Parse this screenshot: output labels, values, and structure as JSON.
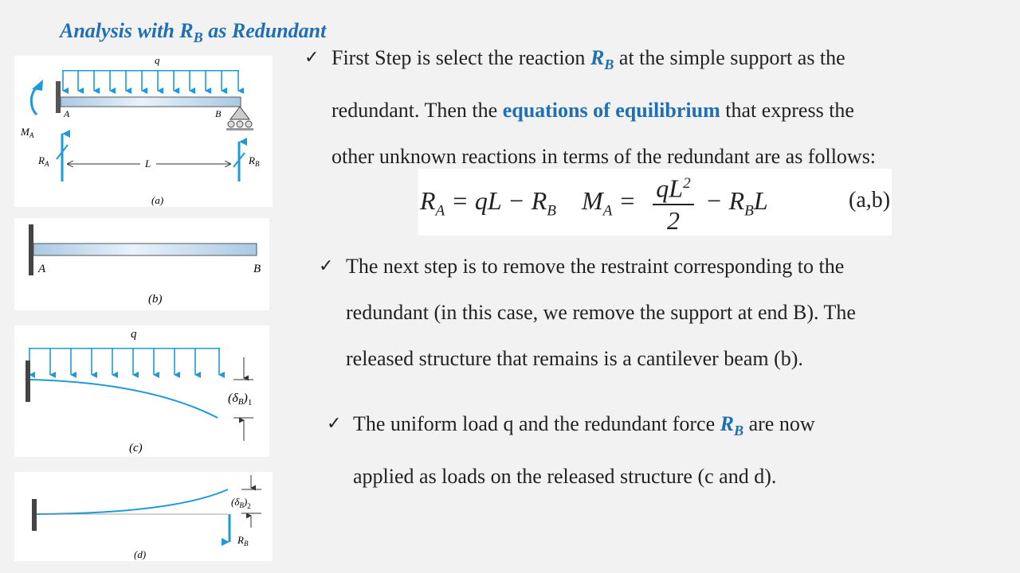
{
  "title": {
    "prefix": "Analysis with ",
    "var": "R",
    "sub": "B",
    "suffix": " as Redundant"
  },
  "bullets": [
    {
      "lines": [
        {
          "parts": [
            {
              "t": "First Step is select the reaction "
            },
            {
              "t": "R",
              "style": "blue-i",
              "sub": "B"
            },
            {
              "t": " at the simple support  as the"
            }
          ]
        },
        {
          "parts": [
            {
              "t": "redundant. Then the "
            },
            {
              "t": "equations of equilibrium",
              "style": "blue-b"
            },
            {
              "t": " that express the"
            }
          ]
        },
        {
          "parts": [
            {
              "t": "other unknown reactions in terms of the redundant are as follows:"
            }
          ]
        }
      ]
    },
    {
      "lines": [
        {
          "parts": [
            {
              "t": "The next step is to remove the restraint corresponding to the"
            }
          ]
        },
        {
          "parts": [
            {
              "t": "redundant (in this case, we remove the support at end B). The"
            }
          ]
        },
        {
          "parts": [
            {
              "t": "released structure that remains is a cantilever beam (b)."
            }
          ]
        }
      ]
    },
    {
      "lines": [
        {
          "parts": [
            {
              "t": "The uniform load q and the redundant force "
            },
            {
              "t": "R",
              "style": "blue-i",
              "sub": "B"
            },
            {
              "t": " are now"
            }
          ]
        },
        {
          "parts": [
            {
              "t": "applied as loads on the released structure (c and d)."
            }
          ]
        }
      ]
    }
  ],
  "equations": {
    "ra_lhs": "R",
    "ra_lhs_sub": "A",
    "ra_rhs": "= qL − R",
    "ra_rhs_sub": "B",
    "ma_lhs": "M",
    "ma_lhs_sub": "A",
    "ma_eq": "=",
    "ma_num": "qL",
    "ma_num_sup": "2",
    "ma_den": "2",
    "ma_rest": "− R",
    "ma_rest_sub": "B",
    "ma_rest_tail": "L",
    "tag": "(a,b)"
  },
  "figures": {
    "a": {
      "caption": "(a)",
      "q": "q",
      "A": "A",
      "B": "B",
      "MA": "M",
      "MA_sub": "A",
      "RA": "R",
      "RA_sub": "A",
      "L": "L",
      "RB": "R",
      "RB_sub": "B"
    },
    "b": {
      "caption": "(b)",
      "A": "A",
      "B": "B"
    },
    "c": {
      "caption": "(c)",
      "q": "q",
      "delta": "(δ",
      "delta_sub": "B",
      "delta_close": ")",
      "delta_idx": "1"
    },
    "d": {
      "caption": "(d)",
      "delta": "(δ",
      "delta_sub": "B",
      "delta_close": ")",
      "delta_idx": "2",
      "RB": "R",
      "RB_sub": "B"
    }
  },
  "colors": {
    "accent": "#1f6fb5",
    "beam": "#bcd6ea",
    "load": "#1e9ad6",
    "background": "#f2f2f2"
  }
}
